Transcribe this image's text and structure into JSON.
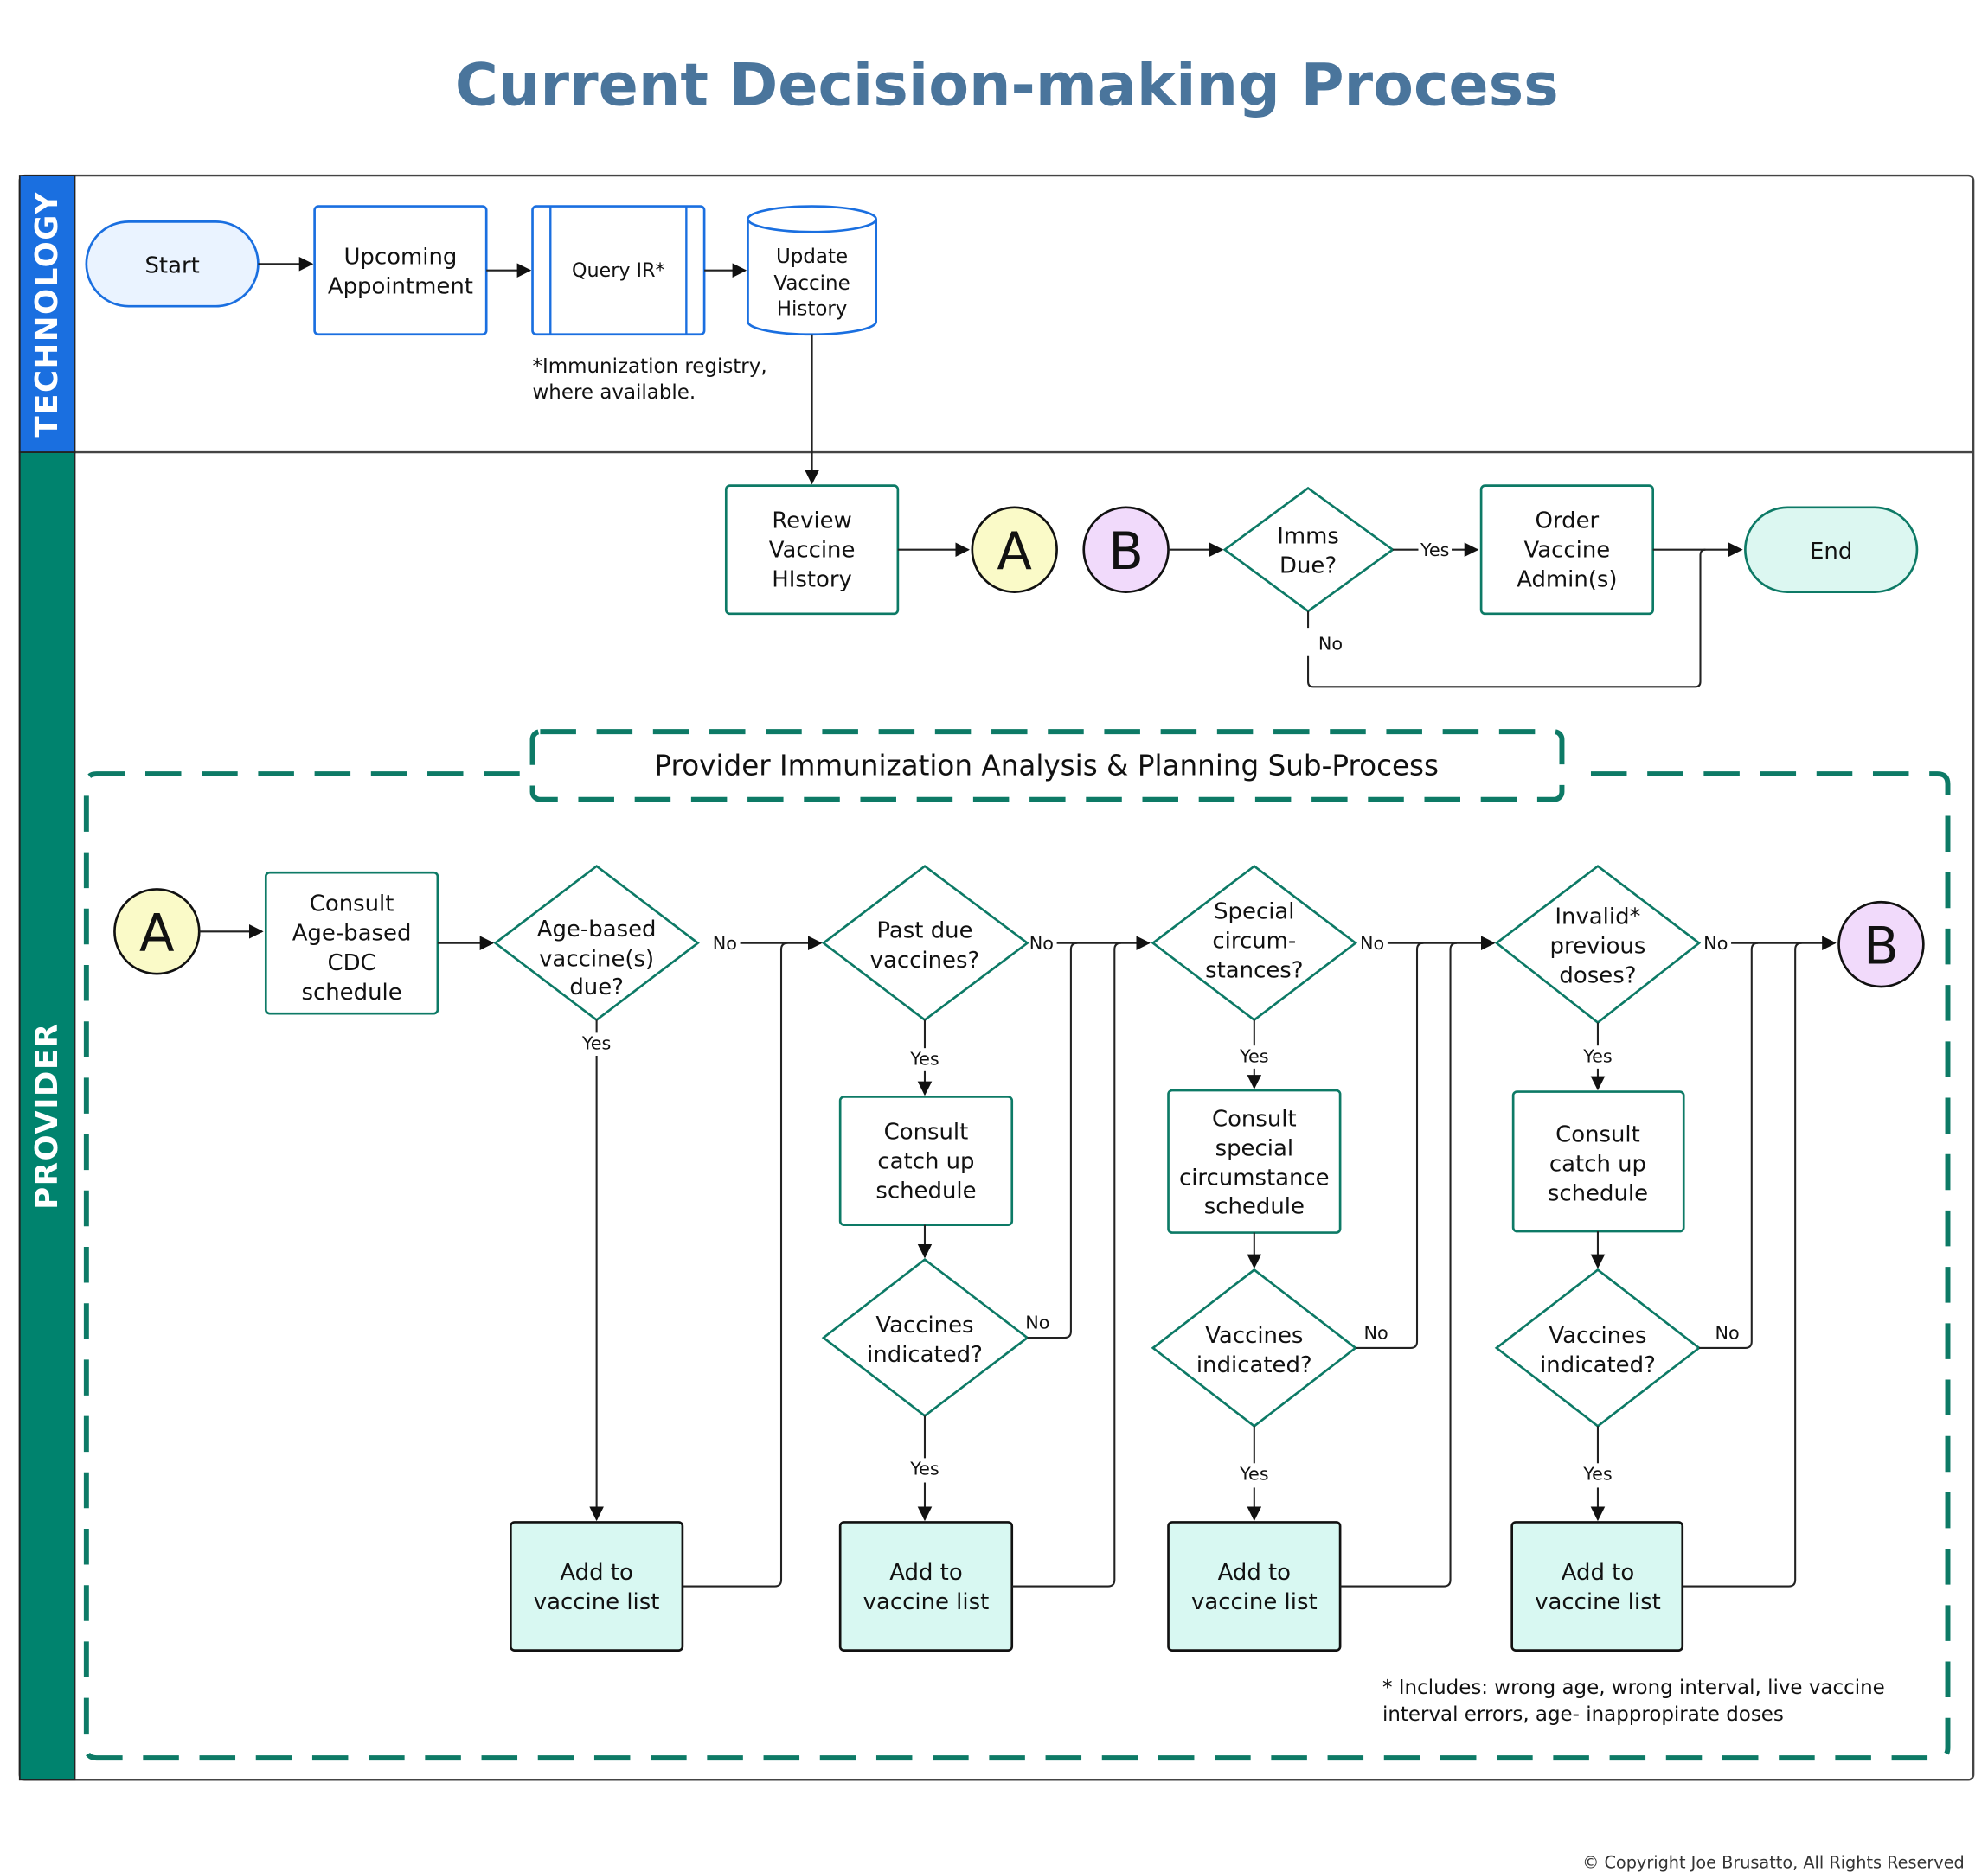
{
  "title": "Current Decision-making Process",
  "colors": {
    "title": "#4a759c",
    "technology_lane": "#1a6fe0",
    "provider_lane": "#00836e",
    "green_border": "#0d7a66",
    "add_fill": "#d8f8f2",
    "start_fill": "#eaf3ff",
    "connector_a": "#fafac8",
    "connector_b": "#f1dafb",
    "end_fill": "#dcf7f1"
  },
  "lanes": {
    "technology": "TECHNOLOGY",
    "provider": "PROVIDER"
  },
  "technology": {
    "start": "Start",
    "upcoming": [
      "Upcoming",
      "Appointment"
    ],
    "query": "Query IR*",
    "update": [
      "Update",
      "Vaccine",
      "History"
    ],
    "note": [
      "*Immunization registry,",
      "where available."
    ]
  },
  "provider_top": {
    "review": [
      "Review",
      "Vaccine",
      "HIstory"
    ],
    "connector_a": "A",
    "connector_b": "B",
    "imms_due": [
      "Imms",
      "Due?"
    ],
    "order": [
      "Order",
      "Vaccine",
      "Admin(s)"
    ],
    "end": "End",
    "yes": "Yes",
    "no": "No"
  },
  "subprocess": {
    "title": "Provider Immunization Analysis & Planning Sub-Process",
    "connector_a": "A",
    "connector_b": "B",
    "consult_cdc": [
      "Consult",
      "Age-based",
      "CDC",
      "schedule"
    ],
    "age_based_due": [
      "Age-based",
      "vaccine(s)",
      "due?"
    ],
    "past_due": [
      "Past due",
      "vaccines?"
    ],
    "special": [
      "Special",
      "circum-",
      "stances?"
    ],
    "invalid": [
      "Invalid*",
      "previous",
      "doses?"
    ],
    "consult_catchup_1": [
      "Consult",
      "catch up",
      "schedule"
    ],
    "consult_special": [
      "Consult",
      "special",
      "circumstance",
      "schedule"
    ],
    "consult_catchup_2": [
      "Consult",
      "catch up",
      "schedule"
    ],
    "vaccines_indicated": [
      "Vaccines",
      "indicated?"
    ],
    "add_to_list": [
      "Add to",
      "vaccine list"
    ],
    "yes": "Yes",
    "no": "No",
    "footnote": [
      "* Includes: wrong age, wrong interval, live vaccine",
      "interval errors, age- inappropirate doses"
    ]
  },
  "copyright": "© Copyright Joe Brusatto, All Rights Reserved"
}
